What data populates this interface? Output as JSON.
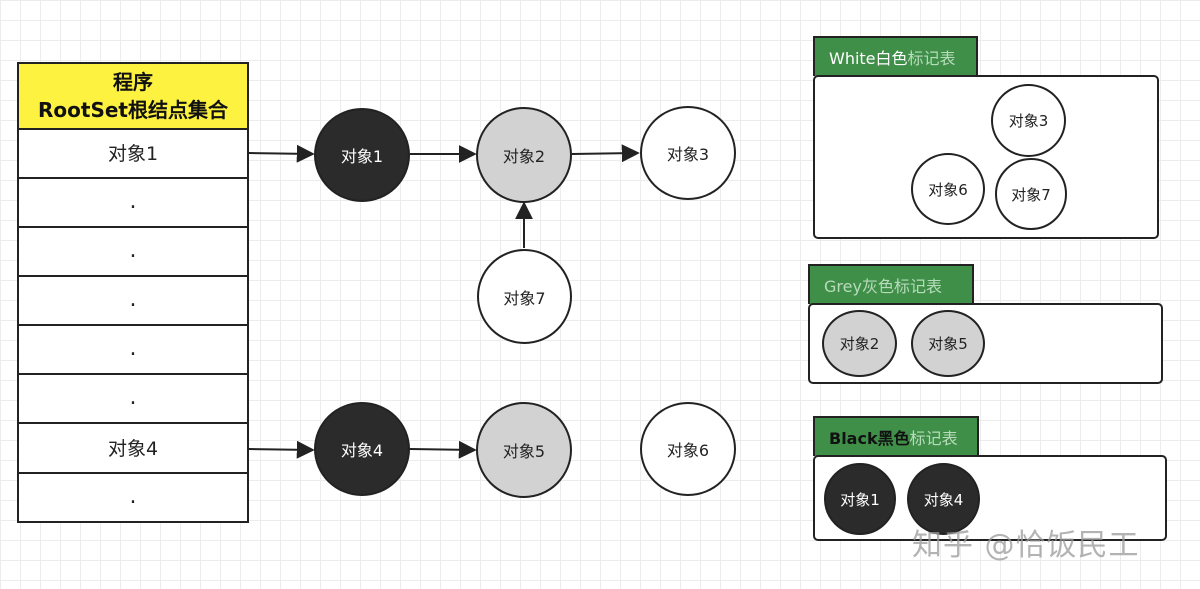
{
  "root_table": {
    "title_line1": "程序",
    "title_line2": "RootSet根结点集合",
    "rows": [
      "对象1",
      ".",
      ".",
      ".",
      ".",
      ".",
      "对象4",
      "."
    ]
  },
  "nodes": {
    "obj1": "对象1",
    "obj2": "对象2",
    "obj3": "对象3",
    "obj4": "对象4",
    "obj5": "对象5",
    "obj6": "对象6",
    "obj7": "对象7"
  },
  "legends": {
    "white": {
      "title_prefix": "White白色",
      "title_suffix": "标记表",
      "items": [
        "对象3",
        "对象6",
        "对象7"
      ]
    },
    "grey": {
      "title_prefix": "Grey灰色",
      "title_suffix": "标记表",
      "items": [
        "对象2",
        "对象5"
      ]
    },
    "black": {
      "title_prefix": "Black黑色",
      "title_suffix": "标记表",
      "items": [
        "对象1",
        "对象4"
      ]
    }
  },
  "colors": {
    "black_node": "#2b2b2b",
    "grey_node": "#d2d2d2",
    "header_yellow": "#fef240",
    "tag_green": "#3f8f49"
  },
  "watermark": "知乎 @恰饭民工"
}
